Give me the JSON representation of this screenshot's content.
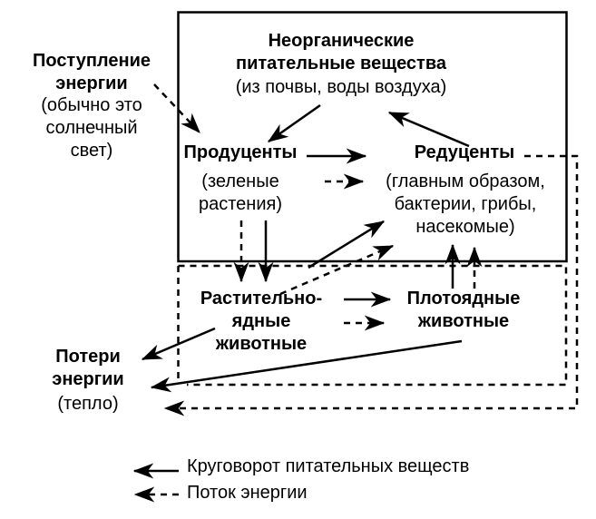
{
  "diagram": {
    "energy_input": {
      "title": "Поступление\nэнергии",
      "subtitle": "(обычно это\nсолнечный\nсвет)"
    },
    "inorganic_nutrients": {
      "title": "Неорганические\nпитательные вещества",
      "subtitle": "(из почвы, воды воздуха)"
    },
    "producers": {
      "title": "Продуценты",
      "subtitle": "(зеленые\nрастения)"
    },
    "reducers": {
      "title": "Редуценты",
      "subtitle": "(главным образом,\nбактерии, грибы,\nнасекомые)"
    },
    "herbivores": {
      "title": "Растительно-\nядные\nживотные"
    },
    "carnivores": {
      "title": "Плотоядные\nживотные"
    },
    "energy_loss": {
      "title": "Потери\nэнергии",
      "subtitle": "(тепло)"
    }
  },
  "legend": {
    "nutrient_cycle_label": "Круговорот питательных веществ",
    "energy_flow_label": "Поток энергии"
  },
  "colors": {
    "ink": "#000000",
    "background": "#ffffff"
  }
}
